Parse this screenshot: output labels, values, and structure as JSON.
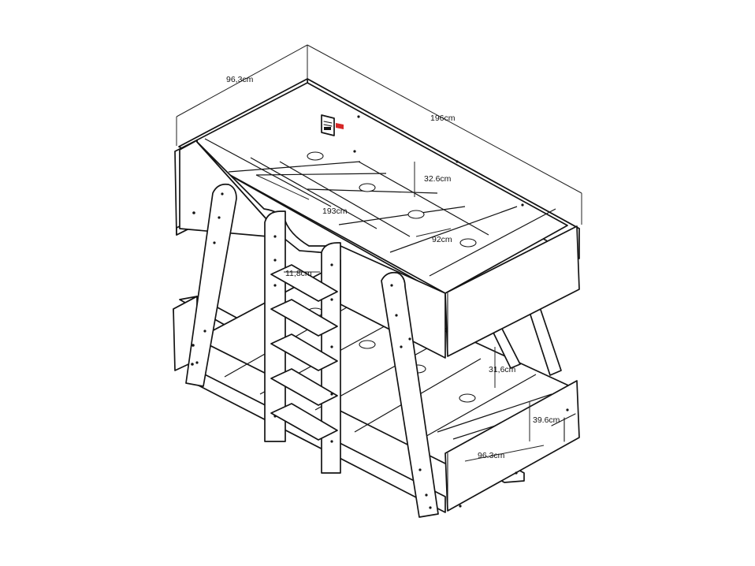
{
  "dimensions": {
    "depth_top": "96,3cm",
    "length_top": "196cm",
    "inner_length": "193cm",
    "inner_width": "92cm",
    "upper_rail_height": "32.6cm",
    "step_spacing": "11,8cm",
    "bed_spacing": "31,6cm",
    "lower_rail_height": "39.6cm",
    "depth_bottom": "96.3cm"
  },
  "colors": {
    "line": "#141414",
    "label_red": "#d62828",
    "background": "#ffffff"
  },
  "icons": {
    "warning_label": "warning-label-icon"
  }
}
